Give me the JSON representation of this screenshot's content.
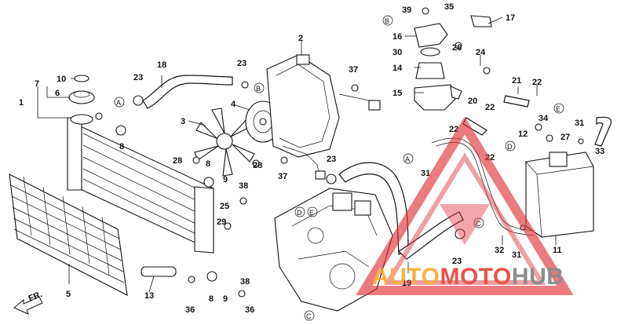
{
  "diagram": {
    "direction_label": "FR.",
    "callout_labels": [
      "1",
      "2",
      "3",
      "4",
      "5",
      "6",
      "7",
      "8",
      "9",
      "10",
      "11",
      "12",
      "13",
      "14",
      "15",
      "16",
      "17",
      "18",
      "19",
      "20",
      "21",
      "22",
      "23",
      "24",
      "25",
      "26",
      "27",
      "28",
      "29",
      "30",
      "31",
      "32",
      "33",
      "34",
      "35",
      "36",
      "37",
      "38",
      "39"
    ],
    "ref_letters": [
      "A",
      "B",
      "C",
      "D",
      "E"
    ]
  },
  "watermark": {
    "text_part1": "AUTO",
    "text_part2": "MOTO",
    "text_part3": "HUB",
    "color_orange": "#f5a623",
    "color_red": "#e0392b",
    "color_gray": "#7a7a7a",
    "color_triangle": "#e2303a"
  }
}
